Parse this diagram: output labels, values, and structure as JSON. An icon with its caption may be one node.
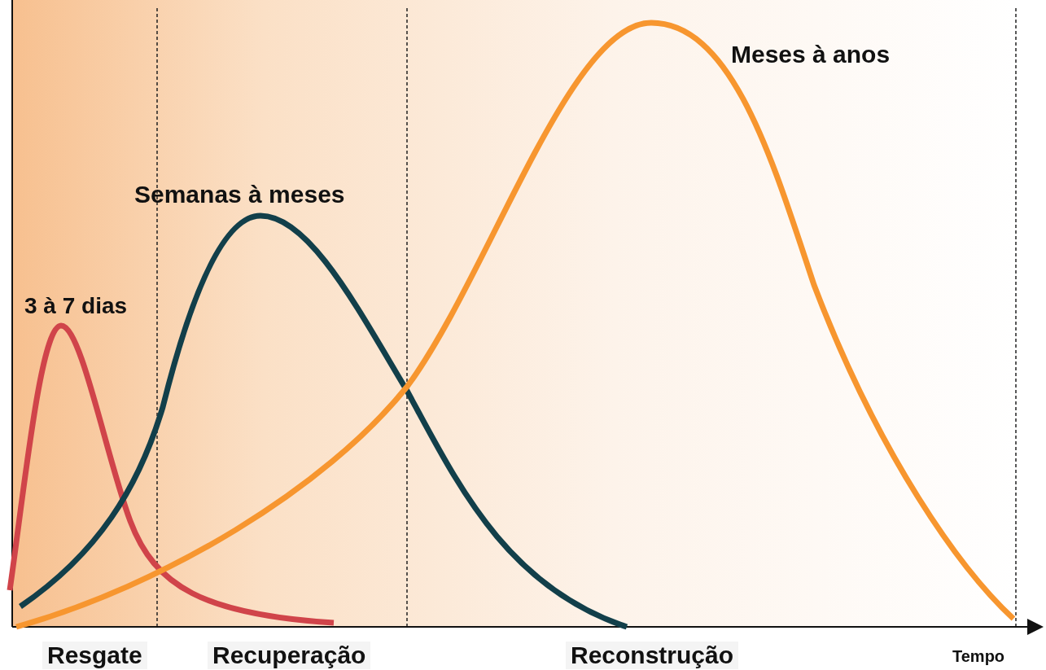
{
  "diagram": {
    "labels": [
      "Meses à anos",
      "Semanas à meses",
      "3 à 7 dias",
      "Resgate",
      "Recuperação",
      "Reconstrução",
      "Tempo"
    ]
  }
}
